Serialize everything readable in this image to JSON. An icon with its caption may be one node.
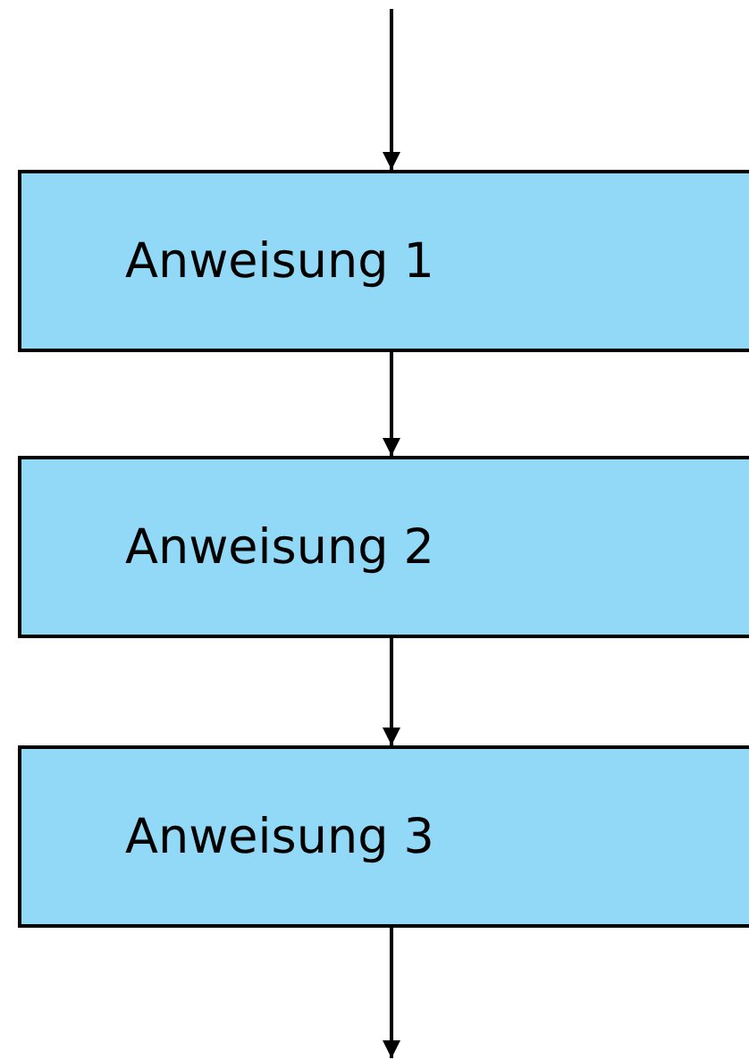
{
  "diagram": {
    "nodes": [
      {
        "text": [
          "Anweisung 1"
        ]
      },
      {
        "text": [
          "Anweisung 2"
        ]
      },
      {
        "text": [
          "Anweisung 3"
        ]
      }
    ],
    "edges": [
      {
        "from": null,
        "to": 0,
        "arrow": "to"
      },
      {
        "from": 0,
        "to": 1,
        "arrow": "to"
      },
      {
        "from": 1,
        "to": 2,
        "arrow": "to"
      },
      {
        "from": 2,
        "to": null,
        "arrow": "to"
      }
    ]
  }
}
